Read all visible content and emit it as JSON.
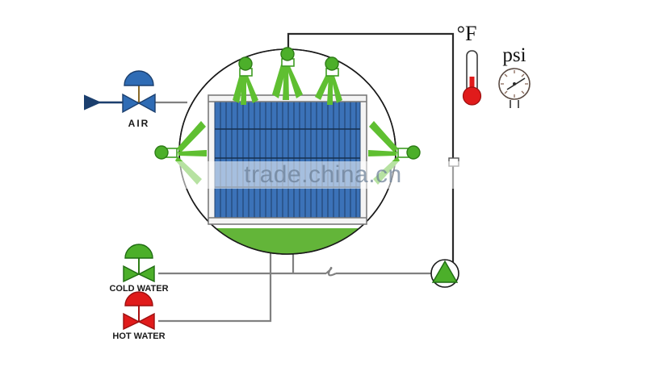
{
  "diagram": {
    "title": "spray-washing-vessel-flow-diagram",
    "watermark": "trade.china.cn",
    "labels": {
      "air": "AIR",
      "cold_water": "COLD WATER",
      "hot_water": "HOT WATER",
      "temperature_unit": "°F",
      "pressure_unit": "psi"
    },
    "colors": {
      "air_valve": "#2f6cb5",
      "cold_valve": "#2fa82f",
      "hot_valve": "#e01b1b",
      "spray": "#5fbf31",
      "liquid": "#63b539",
      "rack_panel": "#3b72b8",
      "pipe": "#808080",
      "vessel_outline": "#1a1a1a",
      "pump": "#4caf2a",
      "thermometer": "#e01b1b",
      "watermark": "#6b7f96"
    },
    "components": {
      "vessel": {
        "name": "spray-vessel",
        "shape": "ellipse"
      },
      "rack": {
        "name": "bottle-rack",
        "columns": 26,
        "shelves": 4
      },
      "top_nozzles": 3,
      "side_nozzles": 2,
      "pump": {
        "name": "circulation-pump",
        "symbol": "triangle-in-circle"
      },
      "thermometer": {
        "name": "thermometer",
        "reading_unit": "°F"
      },
      "gauge": {
        "name": "pressure-gauge",
        "reading_unit": "psi"
      }
    }
  }
}
